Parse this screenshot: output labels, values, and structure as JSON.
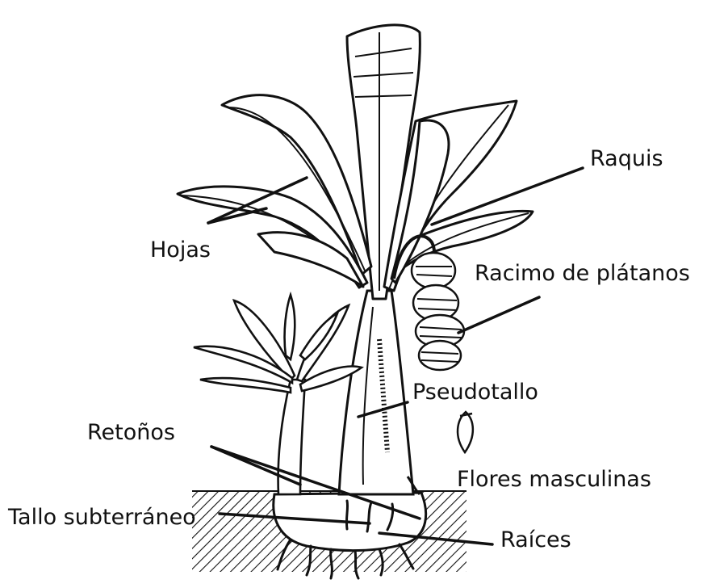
{
  "labels": {
    "raquis": "Raquis",
    "hojas": "Hojas",
    "racimo": "Racimo de plátanos",
    "pseudotallo": "Pseudotallo",
    "retonos": "Retoños",
    "flores": "Flores masculinas",
    "tallo": "Tallo subterráneo",
    "raices": "Raíces"
  },
  "colors": {
    "ink": "#111111",
    "background": "#ffffff"
  }
}
